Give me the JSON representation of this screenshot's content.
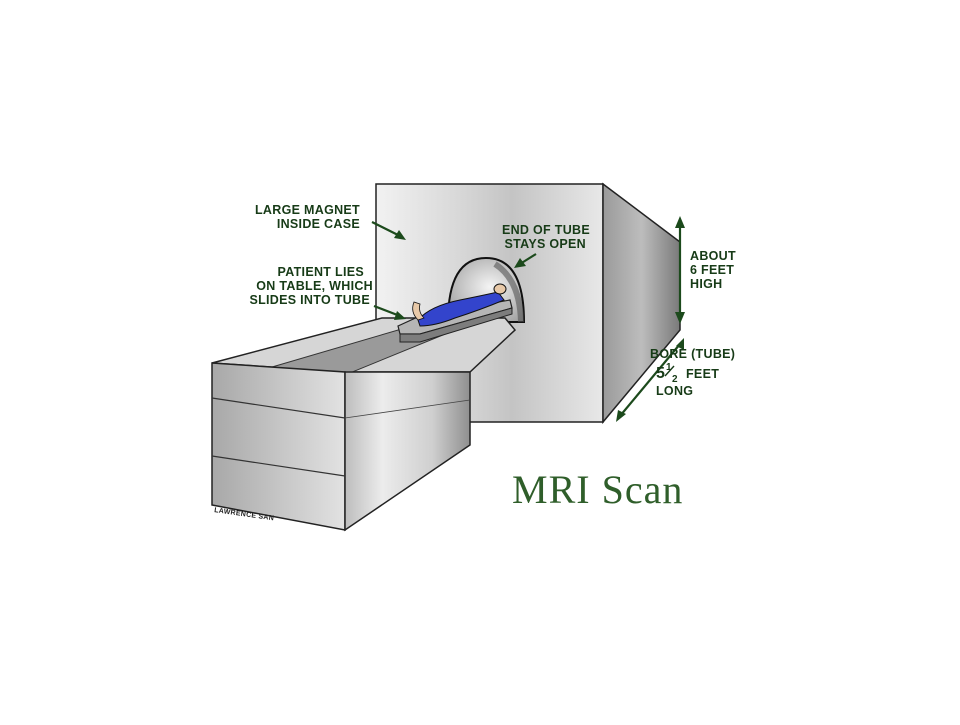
{
  "diagram": {
    "title": "MRI Scan",
    "signature": "LAWRENCE SAN",
    "labels": {
      "magnet": [
        "LARGE MAGNET",
        "INSIDE CASE"
      ],
      "tube_end": [
        "END OF TUBE",
        "STAYS OPEN"
      ],
      "patient": [
        "PATIENT LIES",
        "ON TABLE, WHICH",
        "SLIDES INTO TUBE"
      ],
      "height": [
        "ABOUT",
        "6 FEET",
        "HIGH"
      ],
      "bore": [
        "BORE (TUBE)",
        "5",
        "1",
        "2",
        "FEET",
        "LONG"
      ]
    },
    "colors": {
      "label_text": "#173b17",
      "title_text": "#2f5e2a",
      "arrow": "#1c4a1c",
      "patient_gown": "#3344cc"
    }
  }
}
